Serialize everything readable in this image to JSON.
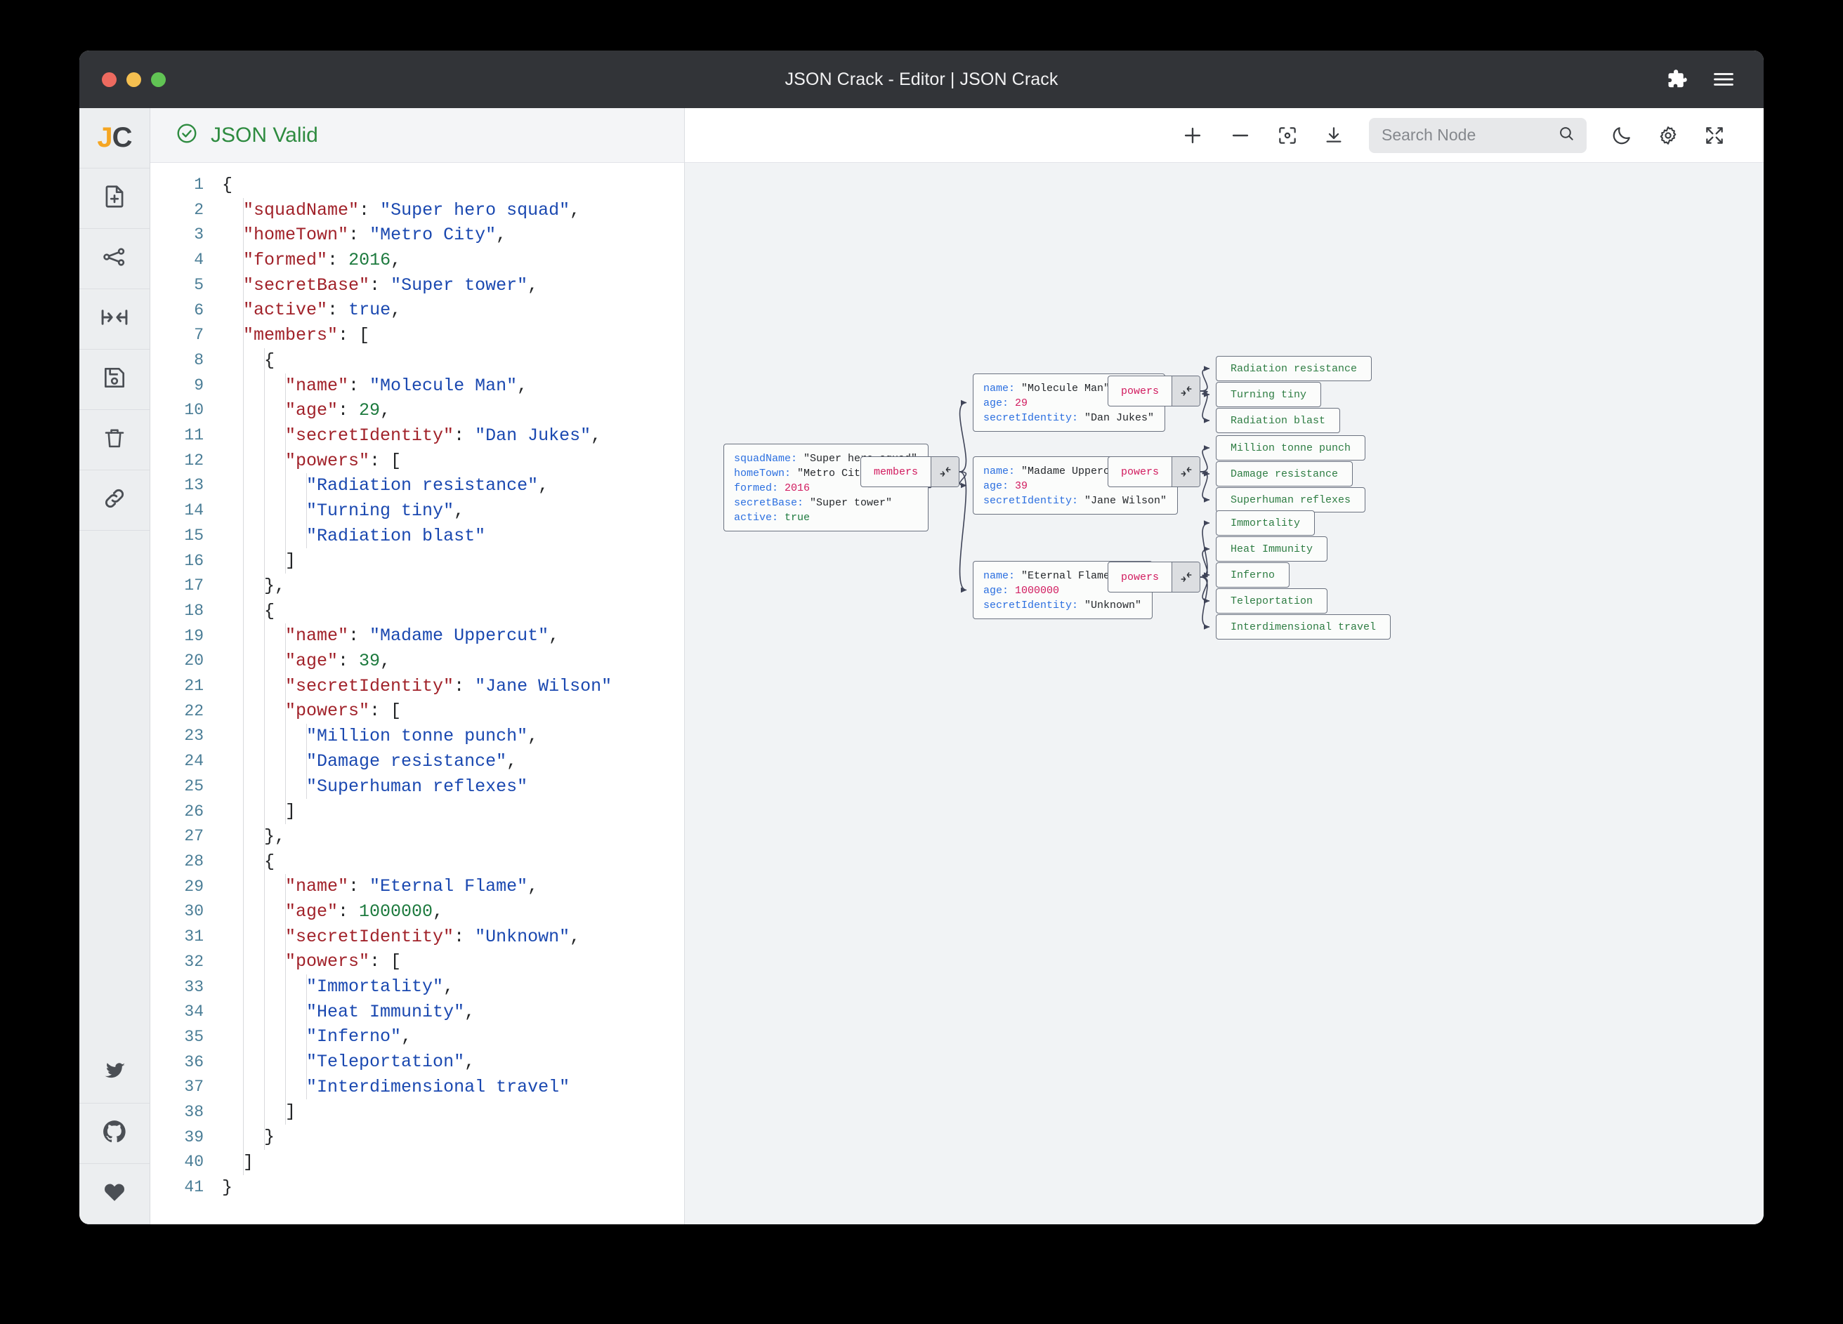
{
  "window": {
    "title": "JSON Crack - Editor | JSON Crack",
    "controls": [
      "close",
      "minimize",
      "maximize"
    ],
    "right_icons": [
      "puzzle-piece-icon",
      "hamburger-menu-icon"
    ]
  },
  "sidebar": {
    "logo": {
      "first": "J",
      "second": "C"
    },
    "items": [
      {
        "name": "new-document-icon",
        "label": "New Document"
      },
      {
        "name": "share-graph-icon",
        "label": "Share"
      },
      {
        "name": "collapse-arrows-icon",
        "label": "Collapse"
      },
      {
        "name": "save-file-icon",
        "label": "Save"
      },
      {
        "name": "trash-icon",
        "label": "Delete"
      },
      {
        "name": "link-icon",
        "label": "Link"
      }
    ],
    "social": [
      {
        "name": "twitter-icon",
        "label": "Twitter"
      },
      {
        "name": "github-icon",
        "label": "GitHub"
      },
      {
        "name": "heart-icon",
        "label": "Support"
      }
    ]
  },
  "editor": {
    "status": "JSON Valid",
    "status_icon": "check-circle-icon",
    "status_color": "#2e8b40",
    "total_lines": 41,
    "lines": [
      {
        "num": 1,
        "indent": 0,
        "tokens": [
          {
            "t": "p",
            "v": "{"
          }
        ]
      },
      {
        "num": 2,
        "indent": 1,
        "tokens": [
          {
            "t": "k",
            "v": "\"squadName\""
          },
          {
            "t": "p",
            "v": ": "
          },
          {
            "t": "s",
            "v": "\"Super hero squad\""
          },
          {
            "t": "p",
            "v": ","
          }
        ]
      },
      {
        "num": 3,
        "indent": 1,
        "tokens": [
          {
            "t": "k",
            "v": "\"homeTown\""
          },
          {
            "t": "p",
            "v": ": "
          },
          {
            "t": "s",
            "v": "\"Metro City\""
          },
          {
            "t": "p",
            "v": ","
          }
        ]
      },
      {
        "num": 4,
        "indent": 1,
        "tokens": [
          {
            "t": "k",
            "v": "\"formed\""
          },
          {
            "t": "p",
            "v": ": "
          },
          {
            "t": "n",
            "v": "2016"
          },
          {
            "t": "p",
            "v": ","
          }
        ]
      },
      {
        "num": 5,
        "indent": 1,
        "tokens": [
          {
            "t": "k",
            "v": "\"secretBase\""
          },
          {
            "t": "p",
            "v": ": "
          },
          {
            "t": "s",
            "v": "\"Super tower\""
          },
          {
            "t": "p",
            "v": ","
          }
        ]
      },
      {
        "num": 6,
        "indent": 1,
        "tokens": [
          {
            "t": "k",
            "v": "\"active\""
          },
          {
            "t": "p",
            "v": ": "
          },
          {
            "t": "b",
            "v": "true"
          },
          {
            "t": "p",
            "v": ","
          }
        ]
      },
      {
        "num": 7,
        "indent": 1,
        "tokens": [
          {
            "t": "k",
            "v": "\"members\""
          },
          {
            "t": "p",
            "v": ": ["
          }
        ]
      },
      {
        "num": 8,
        "indent": 2,
        "tokens": [
          {
            "t": "p",
            "v": "{"
          }
        ]
      },
      {
        "num": 9,
        "indent": 3,
        "tokens": [
          {
            "t": "k",
            "v": "\"name\""
          },
          {
            "t": "p",
            "v": ": "
          },
          {
            "t": "s",
            "v": "\"Molecule Man\""
          },
          {
            "t": "p",
            "v": ","
          }
        ]
      },
      {
        "num": 10,
        "indent": 3,
        "tokens": [
          {
            "t": "k",
            "v": "\"age\""
          },
          {
            "t": "p",
            "v": ": "
          },
          {
            "t": "n",
            "v": "29"
          },
          {
            "t": "p",
            "v": ","
          }
        ]
      },
      {
        "num": 11,
        "indent": 3,
        "tokens": [
          {
            "t": "k",
            "v": "\"secretIdentity\""
          },
          {
            "t": "p",
            "v": ": "
          },
          {
            "t": "s",
            "v": "\"Dan Jukes\""
          },
          {
            "t": "p",
            "v": ","
          }
        ]
      },
      {
        "num": 12,
        "indent": 3,
        "tokens": [
          {
            "t": "k",
            "v": "\"powers\""
          },
          {
            "t": "p",
            "v": ": ["
          }
        ]
      },
      {
        "num": 13,
        "indent": 4,
        "tokens": [
          {
            "t": "s",
            "v": "\"Radiation resistance\""
          },
          {
            "t": "p",
            "v": ","
          }
        ]
      },
      {
        "num": 14,
        "indent": 4,
        "tokens": [
          {
            "t": "s",
            "v": "\"Turning tiny\""
          },
          {
            "t": "p",
            "v": ","
          }
        ]
      },
      {
        "num": 15,
        "indent": 4,
        "tokens": [
          {
            "t": "s",
            "v": "\"Radiation blast\""
          }
        ]
      },
      {
        "num": 16,
        "indent": 3,
        "tokens": [
          {
            "t": "p",
            "v": "]"
          }
        ]
      },
      {
        "num": 17,
        "indent": 2,
        "tokens": [
          {
            "t": "p",
            "v": "},"
          }
        ]
      },
      {
        "num": 18,
        "indent": 2,
        "tokens": [
          {
            "t": "p",
            "v": "{"
          }
        ]
      },
      {
        "num": 19,
        "indent": 3,
        "tokens": [
          {
            "t": "k",
            "v": "\"name\""
          },
          {
            "t": "p",
            "v": ": "
          },
          {
            "t": "s",
            "v": "\"Madame Uppercut\""
          },
          {
            "t": "p",
            "v": ","
          }
        ]
      },
      {
        "num": 20,
        "indent": 3,
        "tokens": [
          {
            "t": "k",
            "v": "\"age\""
          },
          {
            "t": "p",
            "v": ": "
          },
          {
            "t": "n",
            "v": "39"
          },
          {
            "t": "p",
            "v": ","
          }
        ]
      },
      {
        "num": 21,
        "indent": 3,
        "tokens": [
          {
            "t": "k",
            "v": "\"secretIdentity\""
          },
          {
            "t": "p",
            "v": ": "
          },
          {
            "t": "s",
            "v": "\"Jane Wilson\""
          }
        ]
      },
      {
        "num": 22,
        "indent": 3,
        "tokens": [
          {
            "t": "k",
            "v": "\"powers\""
          },
          {
            "t": "p",
            "v": ": ["
          }
        ]
      },
      {
        "num": 23,
        "indent": 4,
        "tokens": [
          {
            "t": "s",
            "v": "\"Million tonne punch\""
          },
          {
            "t": "p",
            "v": ","
          }
        ]
      },
      {
        "num": 24,
        "indent": 4,
        "tokens": [
          {
            "t": "s",
            "v": "\"Damage resistance\""
          },
          {
            "t": "p",
            "v": ","
          }
        ]
      },
      {
        "num": 25,
        "indent": 4,
        "tokens": [
          {
            "t": "s",
            "v": "\"Superhuman reflexes\""
          }
        ]
      },
      {
        "num": 26,
        "indent": 3,
        "tokens": [
          {
            "t": "p",
            "v": "]"
          }
        ]
      },
      {
        "num": 27,
        "indent": 2,
        "tokens": [
          {
            "t": "p",
            "v": "},"
          }
        ]
      },
      {
        "num": 28,
        "indent": 2,
        "tokens": [
          {
            "t": "p",
            "v": "{"
          }
        ]
      },
      {
        "num": 29,
        "indent": 3,
        "tokens": [
          {
            "t": "k",
            "v": "\"name\""
          },
          {
            "t": "p",
            "v": ": "
          },
          {
            "t": "s",
            "v": "\"Eternal Flame\""
          },
          {
            "t": "p",
            "v": ","
          }
        ]
      },
      {
        "num": 30,
        "indent": 3,
        "tokens": [
          {
            "t": "k",
            "v": "\"age\""
          },
          {
            "t": "p",
            "v": ": "
          },
          {
            "t": "n",
            "v": "1000000"
          },
          {
            "t": "p",
            "v": ","
          }
        ]
      },
      {
        "num": 31,
        "indent": 3,
        "tokens": [
          {
            "t": "k",
            "v": "\"secretIdentity\""
          },
          {
            "t": "p",
            "v": ": "
          },
          {
            "t": "s",
            "v": "\"Unknown\""
          },
          {
            "t": "p",
            "v": ","
          }
        ]
      },
      {
        "num": 32,
        "indent": 3,
        "tokens": [
          {
            "t": "k",
            "v": "\"powers\""
          },
          {
            "t": "p",
            "v": ": ["
          }
        ]
      },
      {
        "num": 33,
        "indent": 4,
        "tokens": [
          {
            "t": "s",
            "v": "\"Immortality\""
          },
          {
            "t": "p",
            "v": ","
          }
        ]
      },
      {
        "num": 34,
        "indent": 4,
        "tokens": [
          {
            "t": "s",
            "v": "\"Heat Immunity\""
          },
          {
            "t": "p",
            "v": ","
          }
        ]
      },
      {
        "num": 35,
        "indent": 4,
        "tokens": [
          {
            "t": "s",
            "v": "\"Inferno\""
          },
          {
            "t": "p",
            "v": ","
          }
        ]
      },
      {
        "num": 36,
        "indent": 4,
        "tokens": [
          {
            "t": "s",
            "v": "\"Teleportation\""
          },
          {
            "t": "p",
            "v": ","
          }
        ]
      },
      {
        "num": 37,
        "indent": 4,
        "tokens": [
          {
            "t": "s",
            "v": "\"Interdimensional travel\""
          }
        ]
      },
      {
        "num": 38,
        "indent": 3,
        "tokens": [
          {
            "t": "p",
            "v": "]"
          }
        ]
      },
      {
        "num": 39,
        "indent": 2,
        "tokens": [
          {
            "t": "p",
            "v": "}"
          }
        ]
      },
      {
        "num": 40,
        "indent": 1,
        "tokens": [
          {
            "t": "p",
            "v": "]"
          }
        ]
      },
      {
        "num": 41,
        "indent": 0,
        "tokens": [
          {
            "t": "p",
            "v": "}"
          }
        ]
      }
    ]
  },
  "graph_toolbar": {
    "zoom_in_label": "+",
    "zoom_out_label": "−",
    "icons": [
      "zoom-in-icon",
      "zoom-out-icon",
      "center-focus-icon",
      "download-icon",
      "dark-mode-icon",
      "settings-gear-icon",
      "fullscreen-icon"
    ],
    "search": {
      "placeholder": "Search Node",
      "value": ""
    }
  },
  "graph": {
    "root": {
      "rows": [
        {
          "key": "squadName",
          "value": "\"Super hero squad\"",
          "type": "string"
        },
        {
          "key": "homeTown",
          "value": "\"Metro City\"",
          "type": "string"
        },
        {
          "key": "formed",
          "value": "2016",
          "type": "number"
        },
        {
          "key": "secretBase",
          "value": "\"Super tower\"",
          "type": "string"
        },
        {
          "key": "active",
          "value": "true",
          "type": "boolean"
        }
      ]
    },
    "members_label": "members",
    "powers_label": "powers",
    "members": [
      {
        "rows": [
          {
            "key": "name",
            "value": "\"Molecule Man\"",
            "type": "string"
          },
          {
            "key": "age",
            "value": "29",
            "type": "number"
          },
          {
            "key": "secretIdentity",
            "value": "\"Dan Jukes\"",
            "type": "string"
          }
        ],
        "powers": [
          "Radiation resistance",
          "Turning tiny",
          "Radiation blast"
        ]
      },
      {
        "rows": [
          {
            "key": "name",
            "value": "\"Madame Uppercut\"",
            "type": "string"
          },
          {
            "key": "age",
            "value": "39",
            "type": "number"
          },
          {
            "key": "secretIdentity",
            "value": "\"Jane Wilson\"",
            "type": "string"
          }
        ],
        "powers": [
          "Million tonne punch",
          "Damage resistance",
          "Superhuman reflexes"
        ]
      },
      {
        "rows": [
          {
            "key": "name",
            "value": "\"Eternal Flame\"",
            "type": "string"
          },
          {
            "key": "age",
            "value": "1000000",
            "type": "number"
          },
          {
            "key": "secretIdentity",
            "value": "\"Unknown\"",
            "type": "string"
          }
        ],
        "powers": [
          "Immortality",
          "Heat Immunity",
          "Inferno",
          "Teleportation",
          "Interdimensional travel"
        ]
      }
    ]
  },
  "colors": {
    "titlebar": "#323438",
    "valid_green": "#2e8b40",
    "node_key_blue": "#2b6fe0",
    "node_num_pink": "#d11a5e",
    "leaf_green": "#2e7d43",
    "canvas_bg": "#f1f3f5",
    "logo_orange": "#f5a623"
  }
}
